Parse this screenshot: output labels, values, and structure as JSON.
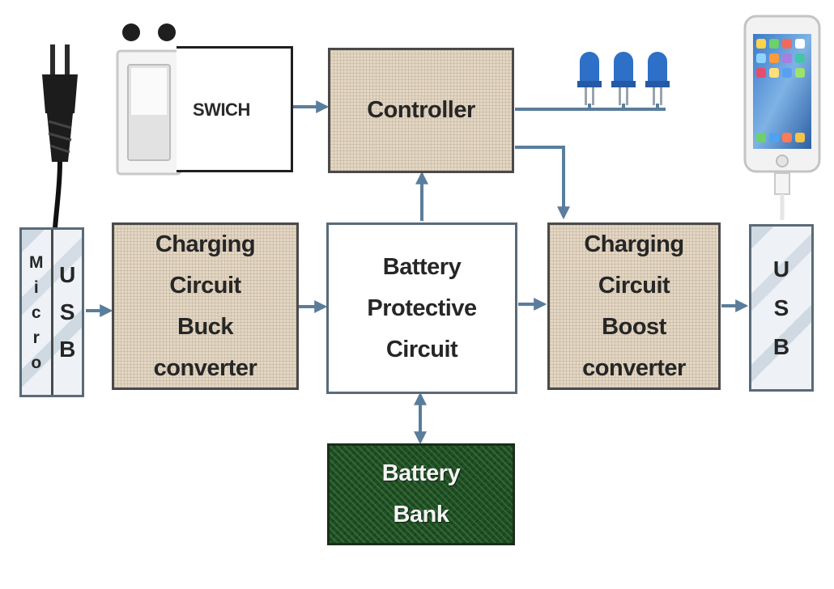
{
  "blocks": {
    "swich": "SWICH",
    "controller": "Controller",
    "buck": [
      "Charging",
      "Circuit",
      "Buck",
      "converter"
    ],
    "protective": [
      "Battery",
      "Protective",
      "Circuit"
    ],
    "boost": [
      "Charging",
      "Circuit",
      "Boost",
      "converter"
    ],
    "battery_bank": [
      "Battery",
      "Bank"
    ],
    "micro": [
      "M",
      "i",
      "c",
      "r",
      "o"
    ],
    "micro_usb": [
      "U",
      "S",
      "B"
    ],
    "usb_out": [
      "U",
      "S",
      "B"
    ]
  },
  "colors": {
    "arrow": "#5a7d9c",
    "led": "#2e6fc7",
    "plug": "#1c1c1c"
  },
  "icons": {
    "plug": "power-plug-icon",
    "switch": "wall-switch-icon",
    "leds": "blue-led-icon",
    "phone": "smartphone-icon"
  }
}
